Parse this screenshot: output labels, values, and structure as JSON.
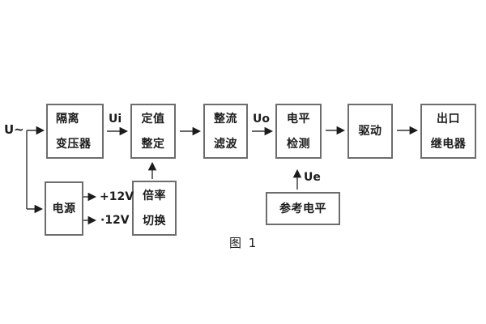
{
  "diagram": {
    "caption": "图 1",
    "boxes": [
      {
        "id": "isolation-transformer",
        "lines": [
          "隔离",
          "变压器"
        ]
      },
      {
        "id": "setting-adjust",
        "lines": [
          "定值",
          "整定"
        ]
      },
      {
        "id": "rectify-filter",
        "lines": [
          "整流",
          "滤波"
        ]
      },
      {
        "id": "level-detect",
        "lines": [
          "电平",
          "检测"
        ]
      },
      {
        "id": "drive",
        "lines": [
          "驱动"
        ]
      },
      {
        "id": "output-relay",
        "lines": [
          "出口",
          "继电器"
        ]
      },
      {
        "id": "power-supply",
        "lines": [
          "电源"
        ]
      },
      {
        "id": "ratio-switch",
        "lines": [
          "倍率",
          "切换"
        ]
      },
      {
        "id": "reference-level",
        "lines": [
          "参考电平"
        ]
      }
    ],
    "labels": {
      "input": "U~",
      "ui": "Ui",
      "uo": "Uo",
      "ue": "Ue",
      "plus12v": "+12V",
      "minus12v": "·12V"
    },
    "colors": {
      "background": "#ffffff",
      "box_border": "#6d6d6d",
      "wire": "#333333",
      "text": "#1c1c1e"
    }
  }
}
